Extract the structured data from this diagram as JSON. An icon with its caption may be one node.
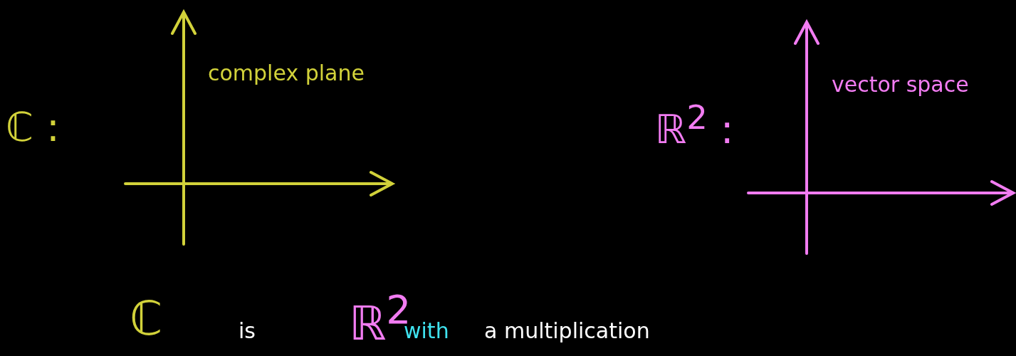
{
  "diagram": {
    "labels": [
      "ℂ :",
      "complex plane",
      "ℝ$^{2}$ :",
      "vector space",
      "ℂ",
      "is",
      "ℝ$^{2}$",
      "with",
      "a multiplication"
    ]
  }
}
